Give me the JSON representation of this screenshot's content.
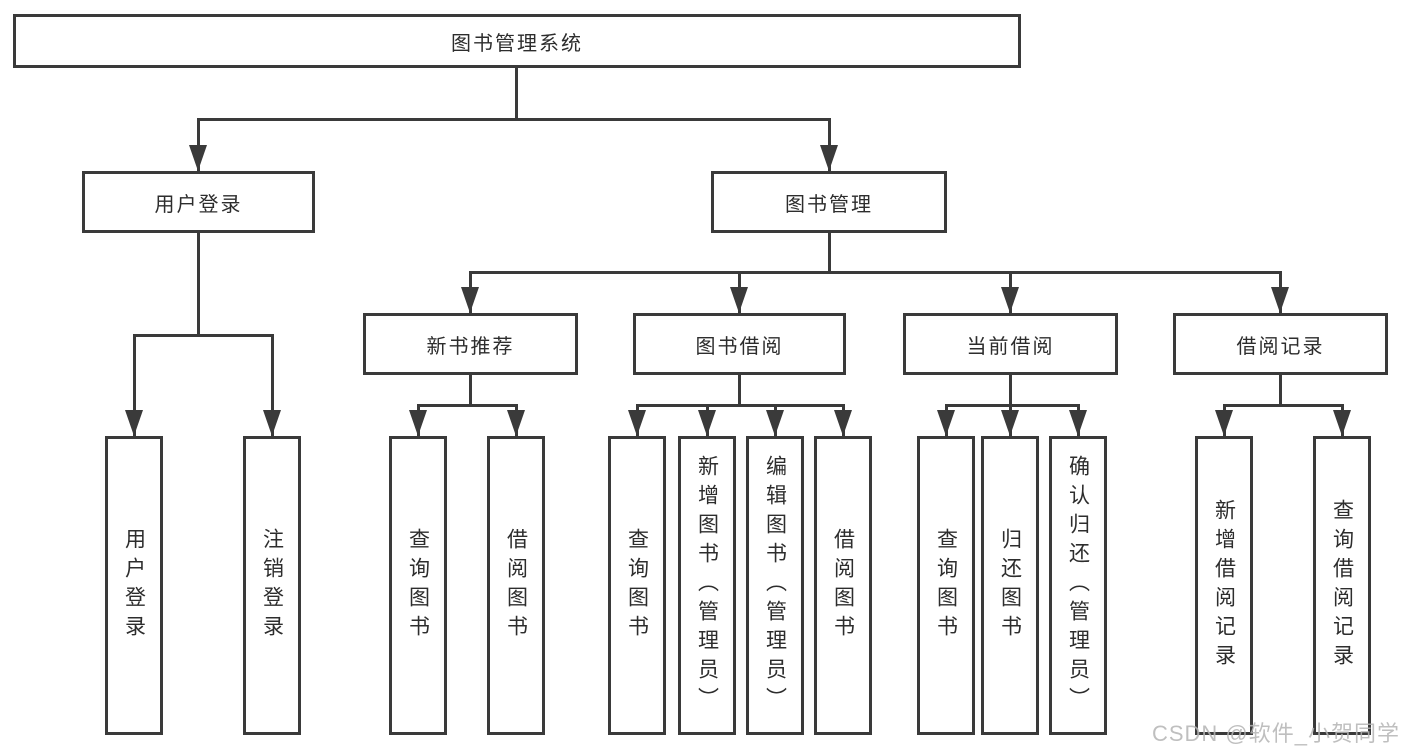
{
  "colors": {
    "line": "#3a3a3a",
    "text": "#2d2d2d",
    "background": "#ffffff",
    "watermark": "#b5b5b5"
  },
  "nodes": {
    "root": "图书管理系统",
    "login": "用户登录",
    "mgmt": "图书管理",
    "recommend": "新书推荐",
    "borrow": "图书借阅",
    "current": "当前借阅",
    "records": "借阅记录",
    "leaves": [
      "用户登录",
      "注销登录",
      "查询图书",
      "借阅图书",
      "查询图书",
      "新增图书（管理员）",
      "编辑图书（管理员）",
      "借阅图书",
      "查询图书",
      "归还图书",
      "确认归还（管理员）",
      "新增借阅记录",
      "查询借阅记录"
    ]
  },
  "hierarchy": {
    "label": "图书管理系统",
    "children": [
      {
        "label": "用户登录",
        "children": [
          {
            "label": "用户登录"
          },
          {
            "label": "注销登录"
          }
        ]
      },
      {
        "label": "图书管理",
        "children": [
          {
            "label": "新书推荐",
            "children": [
              {
                "label": "查询图书"
              },
              {
                "label": "借阅图书"
              }
            ]
          },
          {
            "label": "图书借阅",
            "children": [
              {
                "label": "查询图书"
              },
              {
                "label": "新增图书（管理员）"
              },
              {
                "label": "编辑图书（管理员）"
              },
              {
                "label": "借阅图书"
              }
            ]
          },
          {
            "label": "当前借阅",
            "children": [
              {
                "label": "查询图书"
              },
              {
                "label": "归还图书"
              },
              {
                "label": "确认归还（管理员）"
              }
            ]
          },
          {
            "label": "借阅记录",
            "children": [
              {
                "label": "新增借阅记录"
              },
              {
                "label": "查询借阅记录"
              }
            ]
          }
        ]
      }
    ]
  },
  "watermark": "CSDN @软件_小贺同学"
}
